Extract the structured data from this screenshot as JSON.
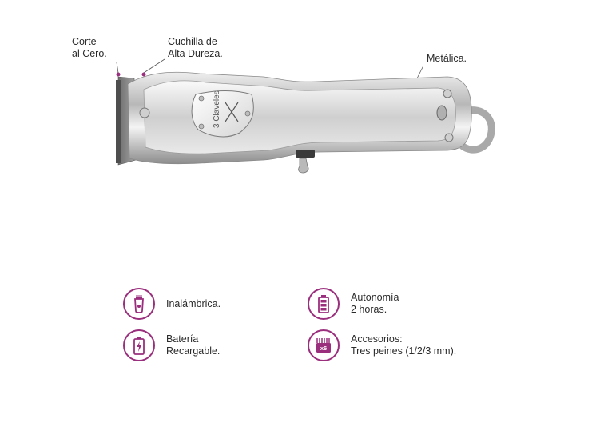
{
  "callouts": {
    "corte": {
      "line1": "Corte",
      "line2": "al Cero."
    },
    "cuchilla": {
      "line1": "Cuchilla de",
      "line2": "Alta Dureza."
    },
    "metalica": {
      "line1": "Metálica."
    }
  },
  "product": {
    "brand_text": "3 Claveles",
    "accessory_count": "x6"
  },
  "features": [
    {
      "line1": "Inalámbrica.",
      "line2": "",
      "icon": "trimmer-icon"
    },
    {
      "line1": "Autonomía",
      "line2": "2 horas.",
      "icon": "battery-full-icon"
    },
    {
      "line1": "Batería",
      "line2": "Recargable.",
      "icon": "battery-charging-icon"
    },
    {
      "line1": "Accesorios:",
      "line2": "Tres peines (1/2/3 mm).",
      "icon": "comb-icon"
    }
  ],
  "colors": {
    "accent": "#9a2f7d",
    "text": "#2b2b2b"
  }
}
